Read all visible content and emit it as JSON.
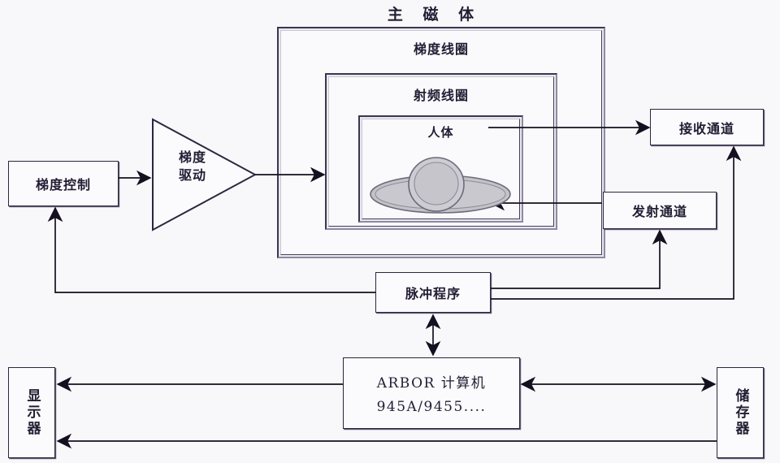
{
  "diagram": {
    "title": "主 磁 体",
    "background_color": "#f8f7f9",
    "stroke_color": "#2b2640"
  },
  "frames": {
    "main_magnet": "主 磁 体",
    "gradient_coil": "梯度线圈",
    "rf_coil": "射频线圈",
    "human_body": "人体"
  },
  "nodes": {
    "gradient_control": "梯度控制",
    "gradient_driver_line1": "梯度",
    "gradient_driver_line2": "驱动",
    "receive_channel": "接收通道",
    "transmit_channel": "发射通道",
    "pulse_program": "脉冲程序",
    "computer_line1": "ARBOR 计算机",
    "computer_line2": "945A/9455....",
    "display_unit": "显示器",
    "storage_unit": "储存器"
  },
  "icons": {
    "body_cross_section": "human-body-ellipse-icon",
    "amplifier": "triangle-amplifier-icon",
    "arrow": "arrow-head-icon"
  }
}
